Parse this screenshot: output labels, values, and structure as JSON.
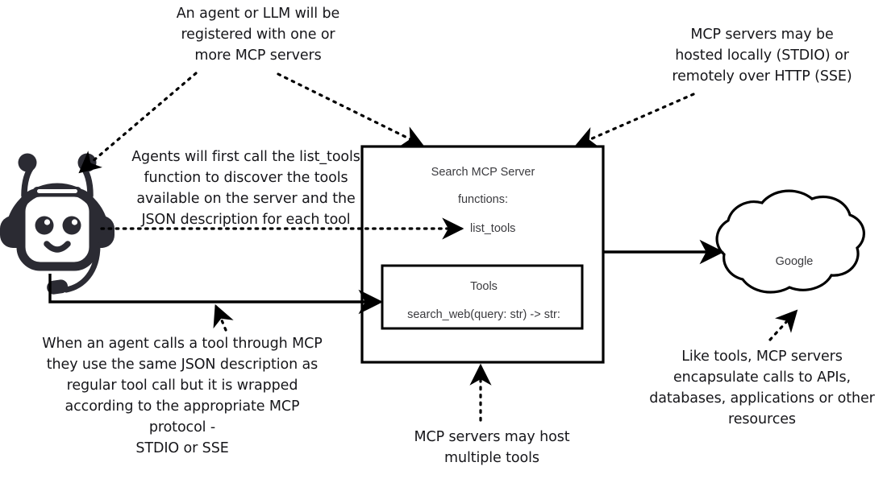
{
  "diagram": {
    "title": "MCP server architecture diagram",
    "colors": {
      "stroke": "#000000",
      "text": "#16161a",
      "box_label": "#3b3b3f",
      "robot": "#2b2b33",
      "background": "#ffffff"
    },
    "annotations": [
      {
        "id": "register",
        "text": "An agent or LLM will be\nregistered with one or\nmore MCP servers"
      },
      {
        "id": "hosting",
        "text": "MCP servers may be\nhosted locally (STDIO) or\nremotely over HTTP (SSE)"
      },
      {
        "id": "list-tools-flow",
        "text": "Agents will first call the list_tools\nfunction to discover the tools\navailable on the server and the\nJSON description for each tool"
      },
      {
        "id": "wrapped-protocol",
        "text": "When an agent calls a tool through MCP\nthey use the same JSON description as\nregular tool call but it is wrapped\naccording to the appropriate MCP\nprotocol -\nSTDIO or SSE"
      },
      {
        "id": "encapsulate",
        "text": "Like tools, MCP servers\nencapsulate calls to APIs,\ndatabases, applications or other\nresources"
      },
      {
        "id": "multiple-tools",
        "text": "MCP servers may host\nmultiple tools"
      }
    ],
    "server_box": {
      "title": "Search MCP Server",
      "functions_label": "functions:",
      "function_name": "list_tools",
      "tools_box": {
        "title": "Tools",
        "signature": "search_web(query: str) -> str:"
      }
    },
    "cloud": {
      "label": "Google"
    },
    "agent": {
      "icon": "robot-agent-icon"
    }
  }
}
